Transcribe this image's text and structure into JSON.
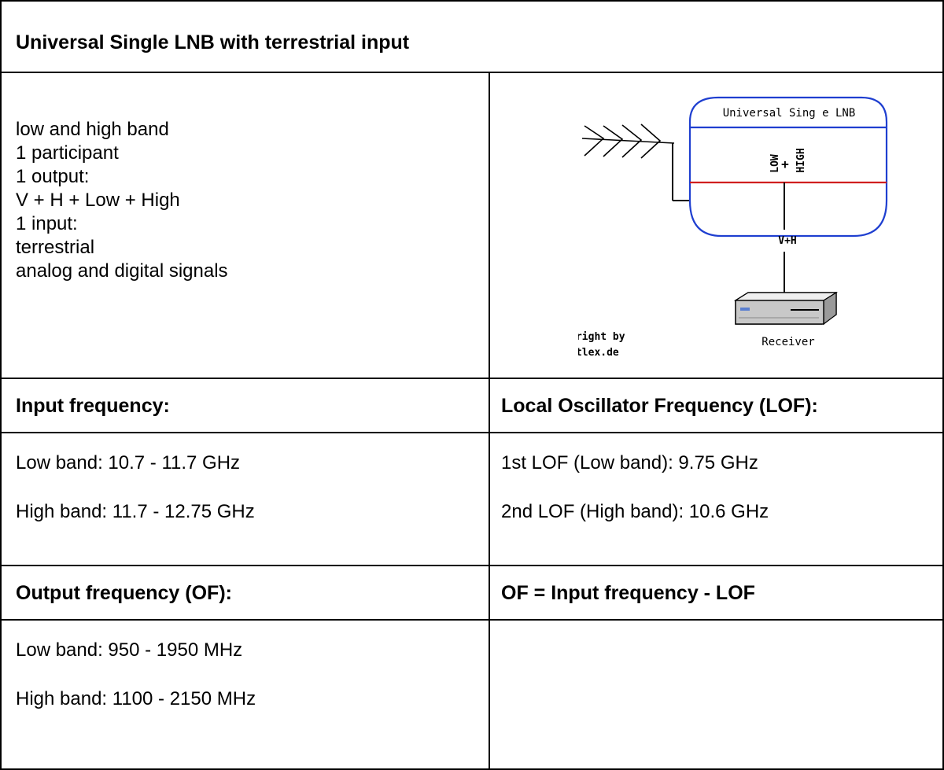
{
  "title": "Universal Single LNB with terrestrial input",
  "description": [
    "low and high band",
    "1 participant",
    "1 output:",
    "V + H + Low + High",
    "1 input:",
    "terrestrial",
    "analog and digital signals"
  ],
  "diagram": {
    "lnb_label": "Universal Sing e LNB",
    "low_label": "LOW",
    "plus_label": "+",
    "high_label": "HIGH",
    "cable_label": "V+H",
    "receiver_label": "Receiver",
    "copyright_line1": "© Copyright by",
    "copyright_line2": "www.satlex.de",
    "colors": {
      "lnb_border": "#1f3fd0",
      "separator": "#d01f1f",
      "receiver_body": "#c8c8c8"
    }
  },
  "input_frequency": {
    "header": "Input frequency:",
    "low": "Low band: 10.7 - 11.7 GHz",
    "high": "High band: 11.7 - 12.75 GHz"
  },
  "lof": {
    "header": "Local Oscillator Frequency (LOF):",
    "first": "1st LOF (Low band): 9.75 GHz",
    "second": "2nd LOF (High band): 10.6 GHz"
  },
  "output_frequency": {
    "header": "Output frequency (OF):",
    "low": "Low band: 950 - 1950 MHz",
    "high": "High band: 1100 - 2150 MHz"
  },
  "formula": {
    "header": "OF = Input frequency - LOF"
  }
}
